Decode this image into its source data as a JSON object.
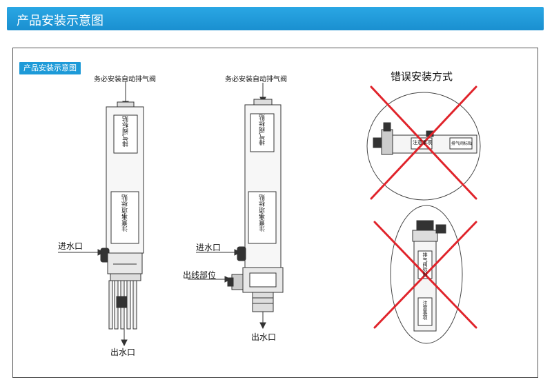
{
  "banner": {
    "title": "产品安装示意图"
  },
  "panel": {
    "tag": "产品安装示意图",
    "left_unit": {
      "top_label": "务必安装自动排气阀",
      "inlet_label": "进水口",
      "outlet_label": "出水口",
      "label_upper": "排气阀标贴",
      "label_lower": "注意事项标贴"
    },
    "middle_unit": {
      "top_label": "务必安装自动排气阀",
      "inlet_label": "进水口",
      "wire_label": "出线部位",
      "outlet_label": "出水口",
      "label_upper": "排气阀标贴",
      "label_lower": "注意事项标贴"
    },
    "wrong": {
      "title": "错误安装方式",
      "horizontal_sticker_1": "注意事项",
      "horizontal_sticker_2": "排气阀标贴",
      "vertical_sticker_1": "排气阀标贴",
      "vertical_sticker_2": "注意事项"
    }
  },
  "colors": {
    "banner": "#1a8fd0",
    "cross": "#e0242b",
    "tag": "#1d9ad8"
  }
}
